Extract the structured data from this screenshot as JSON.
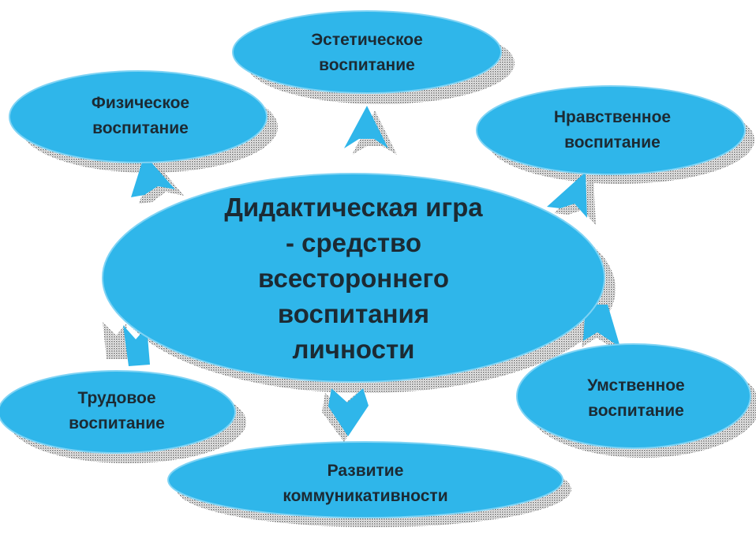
{
  "colors": {
    "bubble_fill": "#2fb6ea",
    "bubble_stroke": "#7fd3f4",
    "arrow_fill": "#2fb6ea",
    "shadow": "#777777",
    "text": "#1c2a33"
  },
  "center": {
    "label": "Дидактическая игра\n- средство\nвсестороннего\nвоспитания\nличности"
  },
  "nodes": [
    {
      "id": "aesthetic",
      "label": "Эстетическое\nвоспитание"
    },
    {
      "id": "physical",
      "label": "Физическое\nвоспитание"
    },
    {
      "id": "moral",
      "label": "Нравственное\nвоспитание"
    },
    {
      "id": "labor",
      "label": "Трудовое\nвоспитание"
    },
    {
      "id": "mental",
      "label": "Умственное\nвоспитание"
    },
    {
      "id": "communication",
      "label": "Развитие\nкоммуникативности"
    }
  ]
}
